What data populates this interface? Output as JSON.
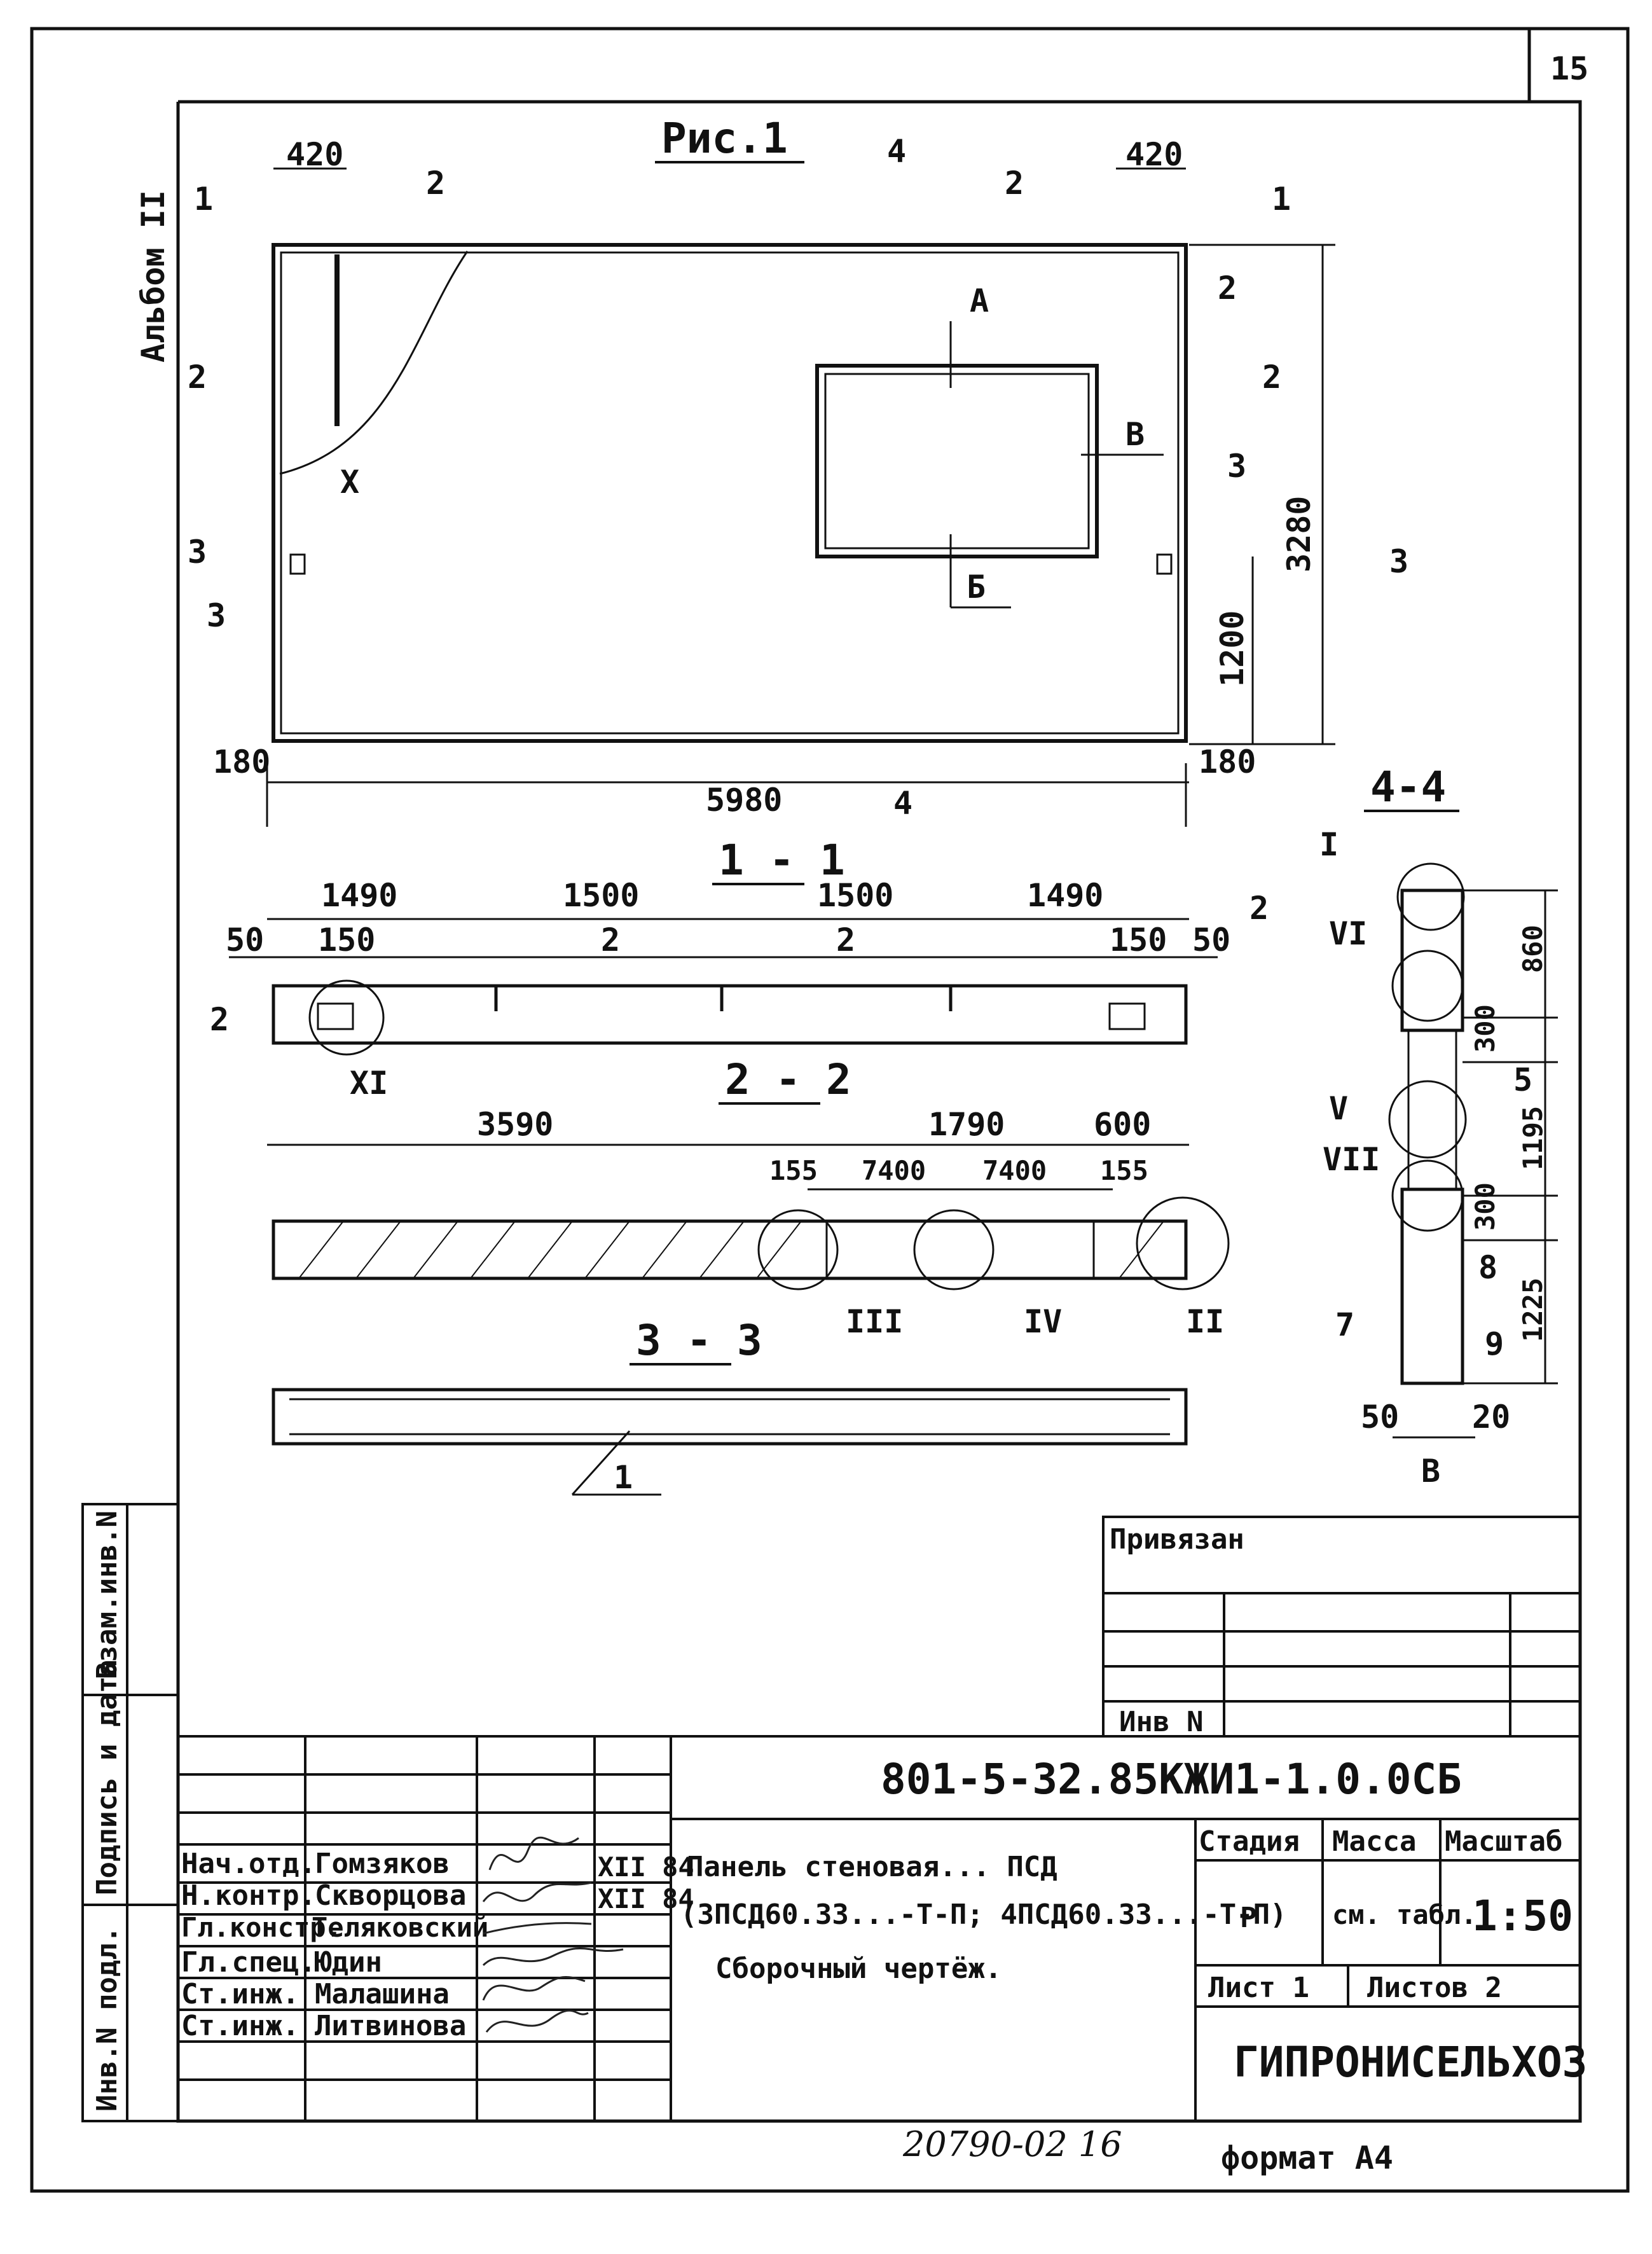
{
  "page_number": "15",
  "album": "Альбом II",
  "figure_title": "Рис.1",
  "main_view": {
    "dim_top_left": "420",
    "dim_top_right": "420",
    "dim_bottom_left": "180",
    "dim_bottom_right": "180",
    "dim_length": "5980",
    "dim_height": "3280",
    "dim_opening_height": "1200",
    "opening_labels": [
      "А",
      "Б",
      "В"
    ],
    "node_x": "X",
    "callout_1": "1",
    "callout_2": "2",
    "callout_3": "3",
    "callout_4": "4"
  },
  "section_1_1": {
    "title": "1 - 1",
    "dims": [
      "1490",
      "1500",
      "1500",
      "1490"
    ],
    "edge_left": "50",
    "edge_right": "50",
    "inner_left": "150",
    "inner_right": "150",
    "node": "XI"
  },
  "section_2_2": {
    "title": "2 - 2",
    "dim_a": "3590",
    "dim_b": "1790",
    "dim_c": "600",
    "sub_155_left": "155",
    "sub_7400_a": "7400",
    "sub_7400_b": "7400",
    "sub_155_right": "155",
    "nodes": [
      "III",
      "IV",
      "II"
    ]
  },
  "section_3_3": {
    "title": "3 - 3"
  },
  "section_4_4": {
    "title": "4-4",
    "dims": [
      "860",
      "300",
      "1195",
      "300",
      "1225"
    ],
    "nodes": [
      "I",
      "VI",
      "V",
      "VII"
    ],
    "labels": [
      "5",
      "7",
      "8",
      "9"
    ],
    "bottom_left": "50",
    "bottom_right": "20",
    "bottom_b": "В"
  },
  "side_stamp": {
    "vzam": "Взам.инв.N",
    "podpis": "Подпись и дата",
    "inv": "Инв.N подл."
  },
  "privyazan": {
    "title": "Привязан",
    "inv_label": "Инв N"
  },
  "title_block": {
    "designation": "801-5-32.85КЖИ1-1.0.0СБ",
    "title_line1": "Панель стеновая... ПСД",
    "title_line2": "(3ПСД60.33...-Т-П; 4ПСД60.33...-Т-П)",
    "title_line3": "Сборочный чертёж.",
    "stadiya_label": "Стадия",
    "massa_label": "Масса",
    "masshtab_label": "Масштаб",
    "stadiya": "Р",
    "massa": "см. табл.",
    "masshtab": "1:50",
    "list": "Лист 1",
    "listov": "Листов 2",
    "org": "ГИПРОНИСЕЛЬХОЗ",
    "date_1": "XII 84",
    "date_2": "XII 84",
    "people": [
      {
        "role": "Нач.отд.",
        "name": "Гомзяков"
      },
      {
        "role": "Н.контр.",
        "name": "Скворцова"
      },
      {
        "role": "Гл.констр.",
        "name": "Теляковский"
      },
      {
        "role": "Гл.спец.",
        "name": "Юдин"
      },
      {
        "role": "Ст.инж.",
        "name": "Малашина"
      },
      {
        "role": "Ст.инж.",
        "name": "Литвинова"
      }
    ]
  },
  "footer": {
    "number": "20790-02 16",
    "format": "формат А4"
  }
}
